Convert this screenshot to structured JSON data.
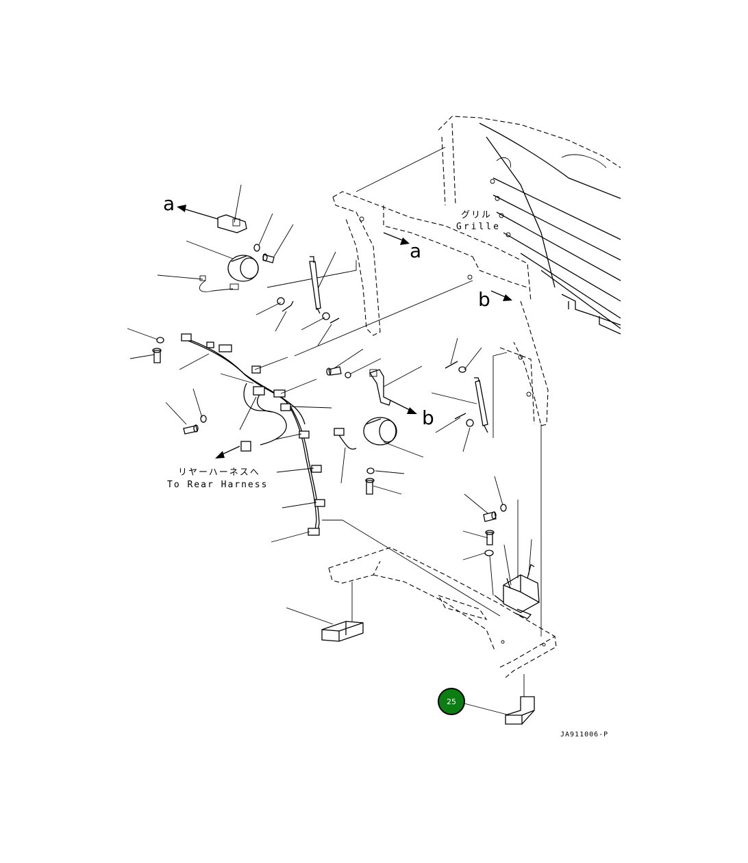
{
  "labels": {
    "grille_jp": "グリル",
    "grille_en": "Grille",
    "rear_harness_jp": "リヤーハーネスへ",
    "rear_harness_en": "To Rear Harness",
    "arrow_a_left": "a",
    "arrow_a_right": "a",
    "arrow_b_upper": "b",
    "arrow_b_lower": "b",
    "drawing_code": "JA911006-P"
  },
  "callout": {
    "number": "25",
    "fill_color": "#0b7d12",
    "text_color": "#ffffff"
  },
  "colors": {
    "line": "#000000",
    "background": "#ffffff"
  }
}
